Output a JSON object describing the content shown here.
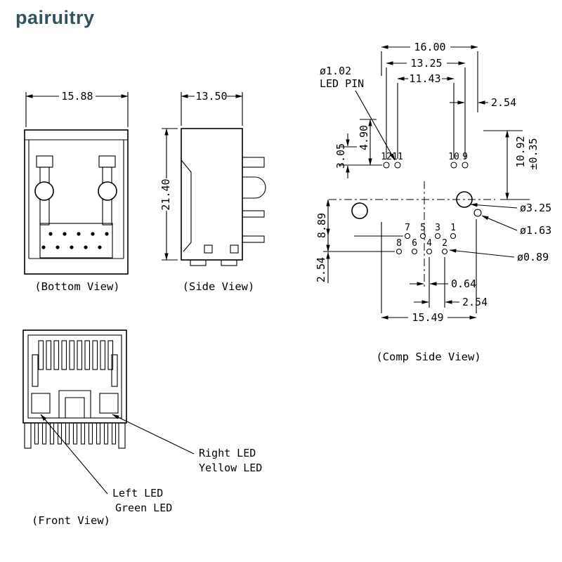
{
  "brand": "pairuitry",
  "bottom_view": {
    "label": "(Bottom View)",
    "dim_width": "15.88"
  },
  "side_view": {
    "label": "(Side View)",
    "dim_width": "13.50",
    "dim_height": "21.40"
  },
  "comp_view": {
    "label": "(Comp Side View)",
    "dim_overall_width": "16.00",
    "dim_13_25": "13.25",
    "dim_11_43": "11.43",
    "dim_pitch_top": "2.54",
    "led_pin_dia": "ø1.02",
    "led_pin_label": "LED PIN",
    "dim_4_90": "4.90",
    "dim_3_05": "3.05",
    "dim_height_right": "10.92",
    "dim_height_tol": "±0.35",
    "dim_8_89": "8.89",
    "dia_3_25": "ø3.25",
    "dia_1_63": "ø1.63",
    "dia_0_89": "ø0.89",
    "dim_2_54_left": "2.54",
    "dim_0_64": "0.64",
    "dim_2_54_bottom": "2.54",
    "dim_15_49": "15.49",
    "pins": {
      "p12": "12",
      "p11": "11",
      "p10": "10",
      "p9": "9",
      "p7": "7",
      "p5": "5",
      "p3": "3",
      "p1": "1",
      "p8": "8",
      "p6": "6",
      "p4": "4",
      "p2": "2"
    }
  },
  "front_view": {
    "label": "(Front View)",
    "right_led_1": "Right LED",
    "right_led_2": "Yellow LED",
    "left_led_1": "Left LED",
    "left_led_2": "Green LED"
  }
}
